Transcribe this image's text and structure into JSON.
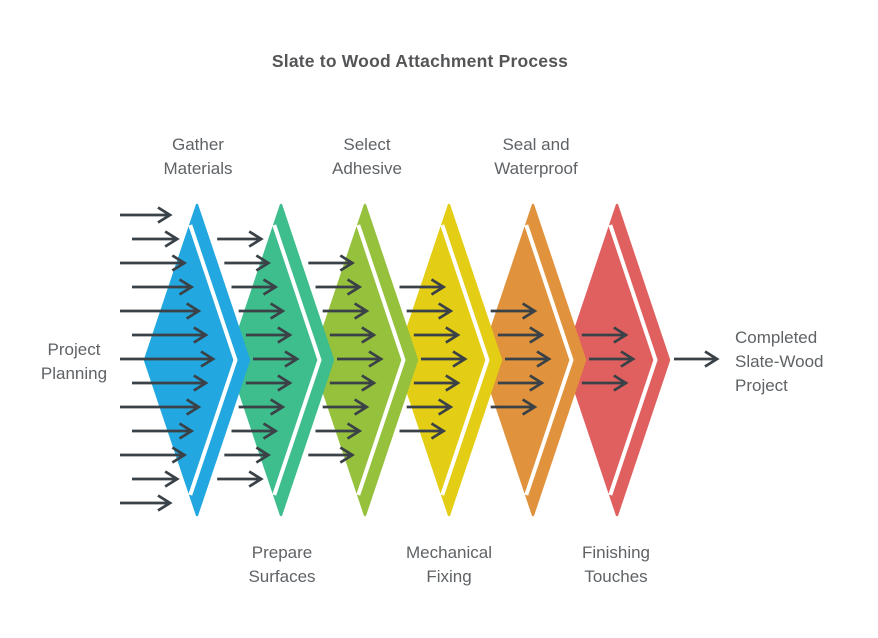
{
  "title": "Slate to Wood Attachment Process",
  "start_label": {
    "lines": [
      "Project",
      "Planning"
    ]
  },
  "end_label": {
    "lines": [
      "Completed",
      "Slate-Wood",
      "Project"
    ]
  },
  "steps": [
    {
      "id": "gather-materials",
      "lines": [
        "Gather",
        "Materials"
      ],
      "label_position": "top",
      "color": "#22A7E0"
    },
    {
      "id": "prepare-surfaces",
      "lines": [
        "Prepare",
        "Surfaces"
      ],
      "label_position": "bottom",
      "color": "#3EBD8D"
    },
    {
      "id": "select-adhesive",
      "lines": [
        "Select",
        "Adhesive"
      ],
      "label_position": "top",
      "color": "#95C13D"
    },
    {
      "id": "mechanical-fixing",
      "lines": [
        "Mechanical",
        "Fixing"
      ],
      "label_position": "bottom",
      "color": "#E4CD15"
    },
    {
      "id": "seal-and-waterproof",
      "lines": [
        "Seal and",
        "Waterproof"
      ],
      "label_position": "top",
      "color": "#E1923C"
    },
    {
      "id": "finishing-touches",
      "lines": [
        "Finishing",
        "Touches"
      ],
      "label_position": "bottom",
      "color": "#E05F5F"
    }
  ],
  "flow": {
    "direction": "left-to-right",
    "arrow_rows_per_column": [
      13,
      11,
      9,
      7,
      5,
      3
    ],
    "final_arrow_count": 1
  },
  "colors": {
    "background": "#FFFFFF",
    "arrow": "#3B4247",
    "stripe": "#FFFFFF",
    "title_text": "#545557",
    "label_text": "#5F6366"
  }
}
